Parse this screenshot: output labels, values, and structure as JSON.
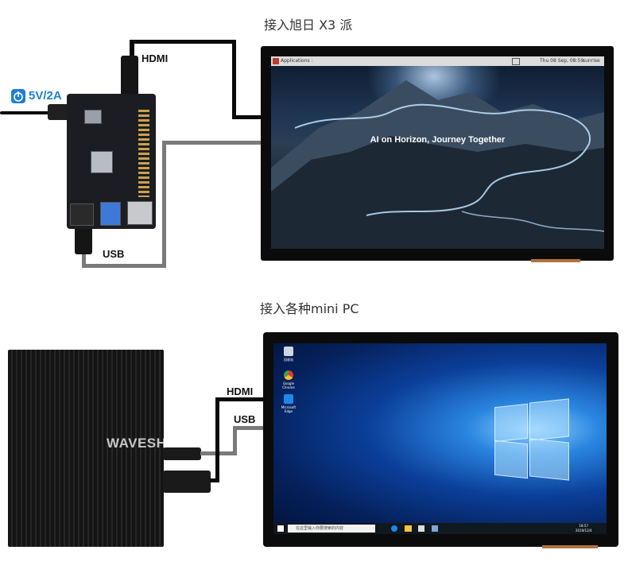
{
  "sections": {
    "top_title": "接入旭日 X3 派",
    "bottom_title": "接入各种mini PC"
  },
  "labels": {
    "power": "5V/2A",
    "hdmi_top": "HDMI",
    "usb_top": "USB",
    "hdmi_bottom": "HDMI",
    "usb_bottom": "USB",
    "watermark": "WAVESHARE"
  },
  "top_screen": {
    "menu": "Applications :",
    "clock": "Thu 08 Sep, 08:59",
    "user": "sunrise",
    "slogan": "AI on Horizon, Journey Together"
  },
  "bottom_screen": {
    "icons": [
      "回收站",
      "Google Chrome",
      "Microsoft Edge"
    ],
    "search_placeholder": "在这里输入你要搜索的内容",
    "time": "18:57",
    "date": "2019/12/4"
  },
  "colors": {
    "accent_blue": "#1f7fd6",
    "cable_black": "#0a0a0a",
    "cable_gray": "#7a7a7a"
  }
}
